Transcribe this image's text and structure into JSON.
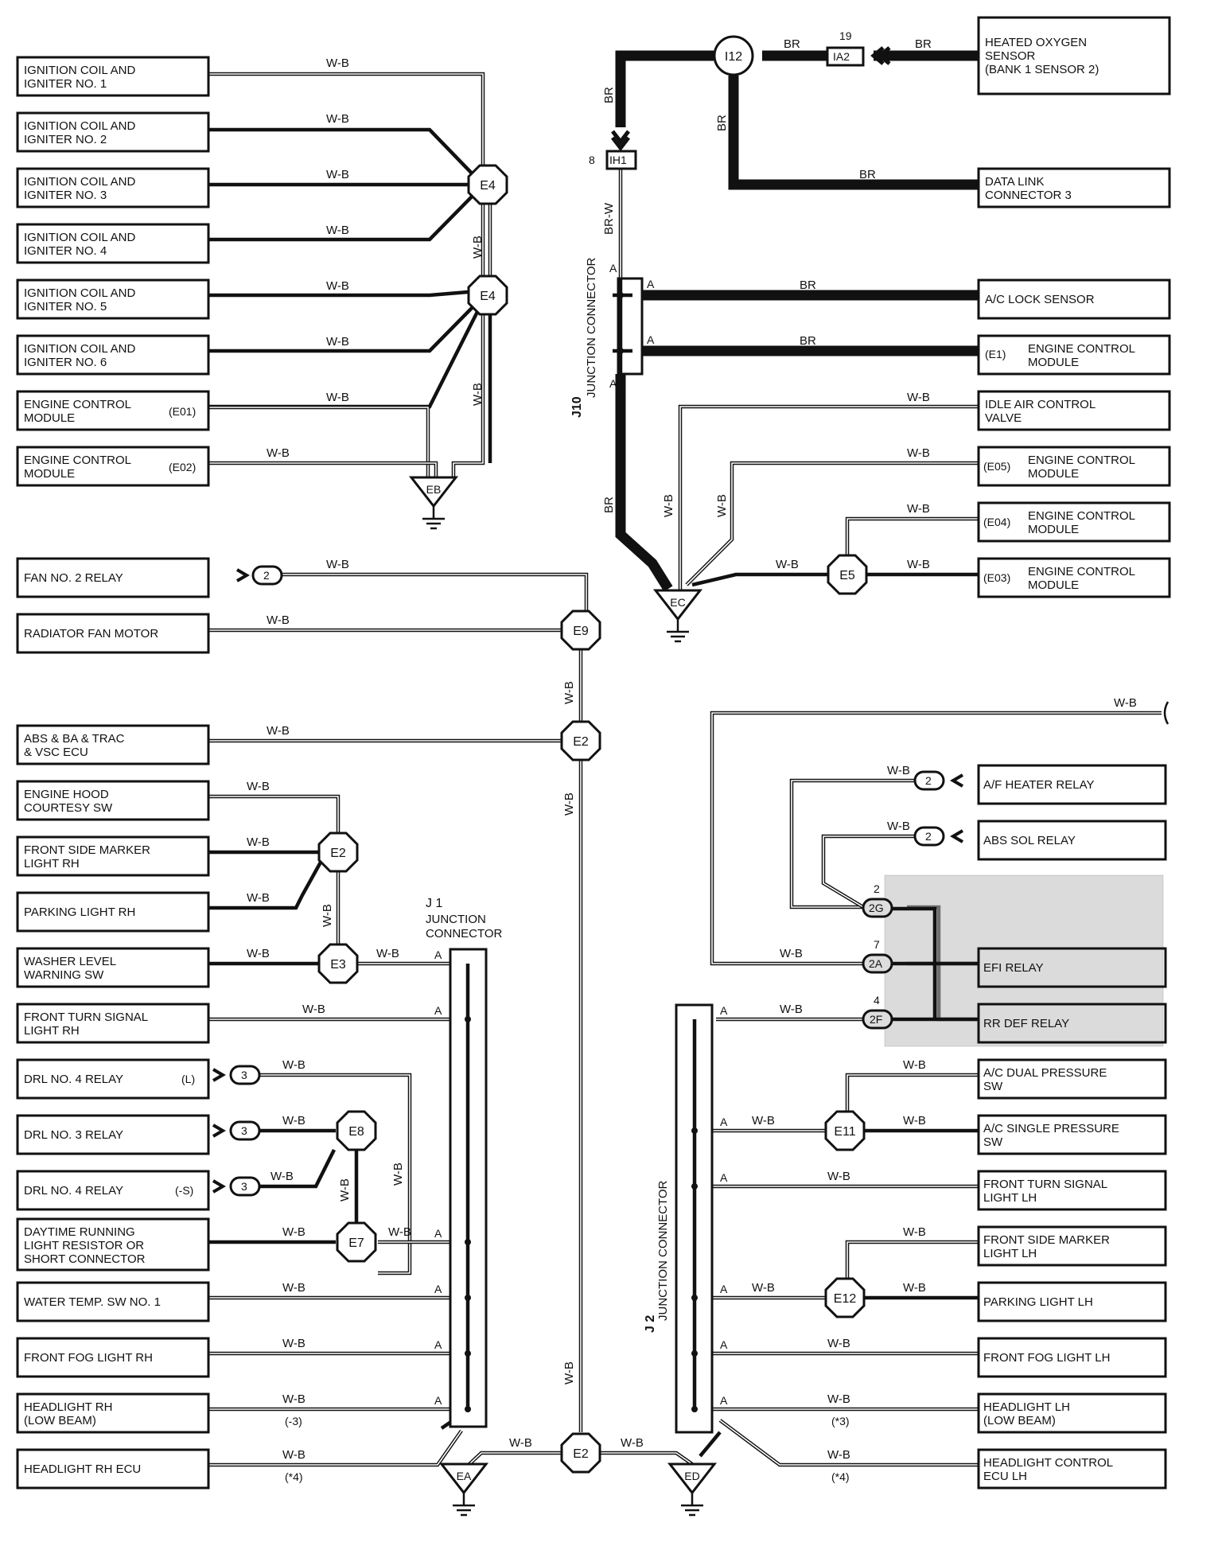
{
  "diagram": {
    "left_components": [
      {
        "id": "ic1",
        "lines": [
          "IGNITION COIL AND",
          "IGNITER NO. 1"
        ]
      },
      {
        "id": "ic2",
        "lines": [
          "IGNITION COIL AND",
          "IGNITER NO. 2"
        ]
      },
      {
        "id": "ic3",
        "lines": [
          "IGNITION COIL AND",
          "IGNITER NO. 3"
        ]
      },
      {
        "id": "ic4",
        "lines": [
          "IGNITION COIL AND",
          "IGNITER NO. 4"
        ]
      },
      {
        "id": "ic5",
        "lines": [
          "IGNITION COIL AND",
          "IGNITER NO. 5"
        ]
      },
      {
        "id": "ic6",
        "lines": [
          "IGNITION COIL AND",
          "IGNITER NO. 6"
        ]
      },
      {
        "id": "ecm1",
        "lines": [
          "ENGINE CONTROL",
          "MODULE"
        ],
        "pin": "(E01)"
      },
      {
        "id": "ecm2",
        "lines": [
          "ENGINE CONTROL",
          "MODULE"
        ],
        "pin": "(E02)"
      },
      {
        "id": "fan2",
        "lines": [
          "FAN NO. 2 RELAY"
        ]
      },
      {
        "id": "radfan",
        "lines": [
          "RADIATOR FAN MOTOR"
        ]
      },
      {
        "id": "abs",
        "lines": [
          "ABS & BA & TRAC",
          "& VSC ECU"
        ]
      },
      {
        "id": "hood",
        "lines": [
          "ENGINE HOOD",
          "COURTESY SW"
        ]
      },
      {
        "id": "fsmrh",
        "lines": [
          "FRONT SIDE MARKER",
          "LIGHT RH"
        ]
      },
      {
        "id": "plrh",
        "lines": [
          "PARKING LIGHT RH"
        ]
      },
      {
        "id": "washer",
        "lines": [
          "WASHER LEVEL",
          "WARNING SW"
        ]
      },
      {
        "id": "ftsrh",
        "lines": [
          "FRONT TURN SIGNAL",
          "LIGHT RH"
        ]
      },
      {
        "id": "drl4l",
        "lines": [
          "DRL NO. 4 RELAY"
        ],
        "pin": "(L)"
      },
      {
        "id": "drl3",
        "lines": [
          "DRL NO. 3 RELAY"
        ]
      },
      {
        "id": "drl4s",
        "lines": [
          "DRL NO. 4 RELAY"
        ],
        "pin": "(-S)"
      },
      {
        "id": "drlres",
        "lines": [
          "DAYTIME RUNNING",
          "LIGHT RESISTOR OR",
          "SHORT CONNECTOR"
        ]
      },
      {
        "id": "wts",
        "lines": [
          "WATER TEMP.  SW NO. 1"
        ]
      },
      {
        "id": "fogrh",
        "lines": [
          "FRONT FOG LIGHT RH"
        ]
      },
      {
        "id": "hlrh",
        "lines": [
          "HEADLIGHT RH",
          "(LOW BEAM)"
        ]
      },
      {
        "id": "hlrhecu",
        "lines": [
          "HEADLIGHT RH ECU"
        ]
      }
    ],
    "right_components": [
      {
        "id": "o2",
        "lines": [
          "HEATED OXYGEN",
          "SENSOR",
          "(BANK 1 SENSOR 2)"
        ]
      },
      {
        "id": "dlc3",
        "lines": [
          "DATA LINK",
          "CONNECTOR 3"
        ]
      },
      {
        "id": "aclock",
        "lines": [
          "A/C LOCK SENSOR"
        ]
      },
      {
        "id": "ecme1",
        "lines": [
          "ENGINE CONTROL",
          "MODULE"
        ],
        "pin": "(E1)"
      },
      {
        "id": "iacv",
        "lines": [
          "IDLE AIR CONTROL",
          "VALVE"
        ]
      },
      {
        "id": "ecme05",
        "lines": [
          "ENGINE CONTROL",
          "MODULE"
        ],
        "pin": "(E05)"
      },
      {
        "id": "ecme04",
        "lines": [
          "ENGINE CONTROL",
          "MODULE"
        ],
        "pin": "(E04)"
      },
      {
        "id": "ecme03",
        "lines": [
          "ENGINE CONTROL",
          "MODULE"
        ],
        "pin": "(E03)"
      },
      {
        "id": "afh",
        "lines": [
          "A/F HEATER RELAY"
        ]
      },
      {
        "id": "abssol",
        "lines": [
          "ABS SOL RELAY"
        ]
      },
      {
        "id": "efi",
        "lines": [
          "EFI RELAY"
        ]
      },
      {
        "id": "rrdef",
        "lines": [
          "RR DEF RELAY"
        ]
      },
      {
        "id": "acdual",
        "lines": [
          "A/C DUAL PRESSURE",
          "SW"
        ]
      },
      {
        "id": "acsingle",
        "lines": [
          "A/C SINGLE PRESSURE",
          "SW"
        ]
      },
      {
        "id": "ftslh",
        "lines": [
          "FRONT TURN SIGNAL",
          "LIGHT LH"
        ]
      },
      {
        "id": "fsmlh",
        "lines": [
          "FRONT SIDE MARKER",
          "LIGHT LH"
        ]
      },
      {
        "id": "pllh",
        "lines": [
          "PARKING LIGHT LH"
        ]
      },
      {
        "id": "foglh",
        "lines": [
          "FRONT FOG LIGHT LH"
        ]
      },
      {
        "id": "hllh",
        "lines": [
          "HEADLIGHT LH",
          "(LOW BEAM)"
        ]
      },
      {
        "id": "hlecu",
        "lines": [
          "HEADLIGHT CONTROL",
          "ECU LH"
        ]
      }
    ],
    "splices": {
      "e4": "E4",
      "e9": "E9",
      "e2": "E2",
      "e3": "E3",
      "e8": "E8",
      "e7": "E7",
      "e5": "E5",
      "e11": "E11",
      "e12": "E12",
      "i12": "I12"
    },
    "grounds": {
      "eb": "EB",
      "ec": "EC",
      "ea": "EA",
      "ed": "ED"
    },
    "connectors": {
      "j10": "J10",
      "j10_name": "JUNCTION CONNECTOR",
      "j1": "J 1",
      "j1_name": [
        "JUNCTION",
        "CONNECTOR"
      ],
      "j2": "J 2",
      "j2_name": "JUNCTION CONNECTOR",
      "ih1": "IH1",
      "ih1_pin": "8",
      "ia2": "IA2",
      "ia2_pin": "19",
      "c2g": "2G",
      "c2g_pin": "2",
      "c2a": "2A",
      "c2a_pin": "7",
      "c2f": "2F",
      "c2f_pin": "4",
      "c2": "2",
      "c3": "3",
      "pin_a": "A"
    },
    "wire_colors": {
      "wb": "W-B",
      "br": "BR",
      "brw": "BR-W"
    },
    "notes": {
      "n3": "(-3)",
      "n4": "(*4)",
      "r3": "(*3)",
      "r4": "(*4)"
    }
  }
}
